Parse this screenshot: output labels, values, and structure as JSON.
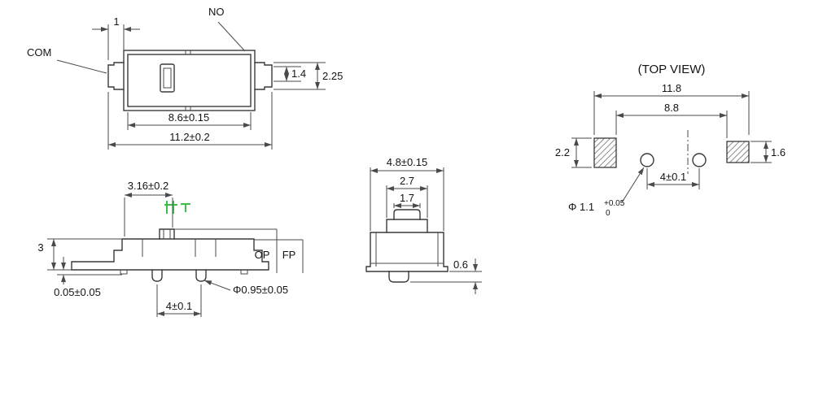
{
  "accent": {
    "highlight_color": "#3bbf49"
  },
  "views": {
    "switch_top": {
      "label_com": "COM",
      "label_no": "NO",
      "dim_tab_width": "1",
      "dim_contact_height": "1.4",
      "dim_terminal_height": "2.25",
      "dim_body_width": "8.6±0.15",
      "dim_overall_width": "11.2±0.2"
    },
    "switch_side": {
      "dim_stem_offset": "3.16±0.2",
      "dim_body_height": "3",
      "dim_standoff": "0.05±0.05",
      "dim_post_pitch": "4±0.1",
      "dim_post_dia": "Φ0.95±0.05",
      "label_op": "OP",
      "label_fp": "FP"
    },
    "switch_front": {
      "dim_depth": "4.8±0.15",
      "dim_stem_base_width": "2.7",
      "dim_stem_tip_width": "1.7",
      "dim_post_height": "0.6"
    },
    "land_pattern": {
      "title": "(TOP VIEW)",
      "dim_pad_span": "11.8",
      "dim_pad_inner_span": "8.8",
      "dim_pad_width_left": "2.2",
      "dim_pad_width_right": "1.6",
      "dim_hole_pitch": "4±0.1",
      "dim_hole_dia": "Φ 1.1",
      "dim_hole_tol_upper": "+0.05",
      "dim_hole_tol_lower": "0"
    }
  }
}
